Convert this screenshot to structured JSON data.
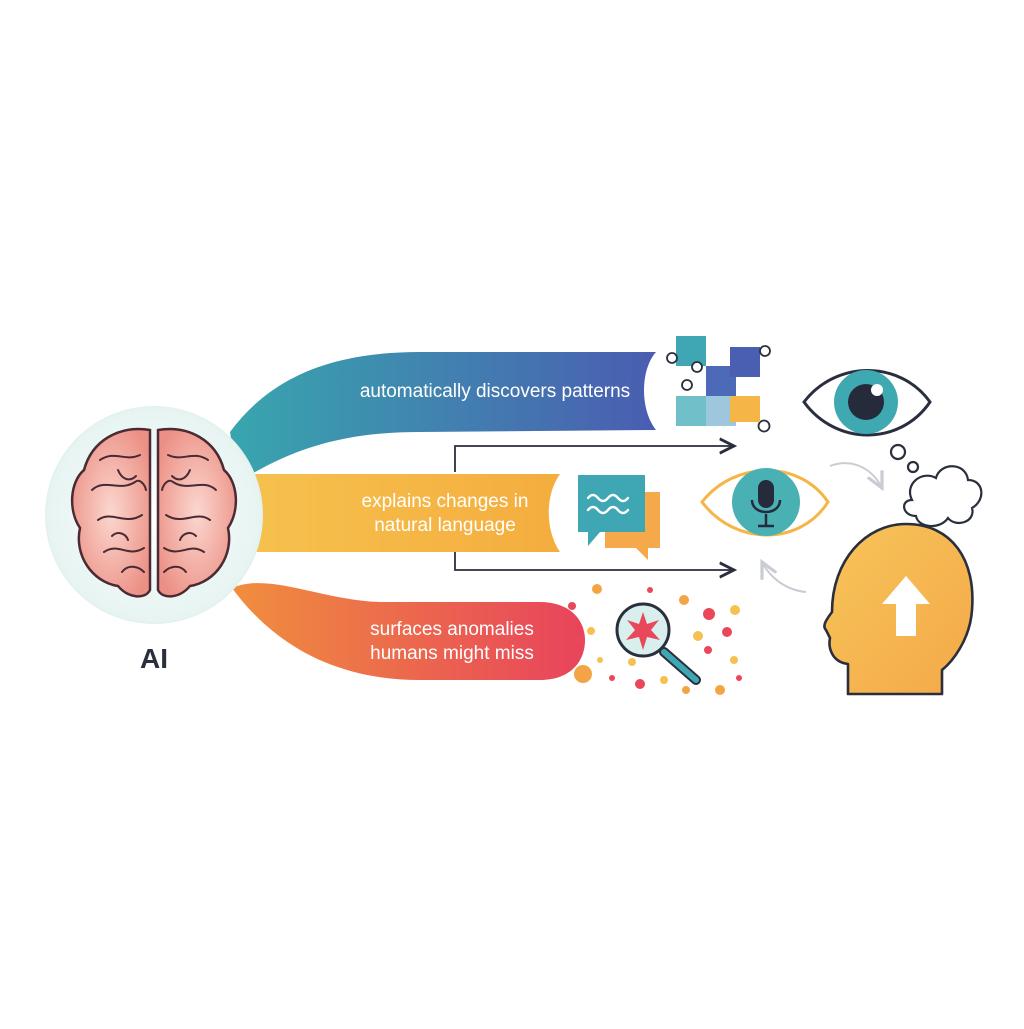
{
  "ai": {
    "label": "AI",
    "icon": "brain-icon"
  },
  "bands": [
    {
      "id": "patterns",
      "text": "automatically discovers patterns",
      "color_start": "#3aa3b0",
      "color_end": "#4b5fb2",
      "icon": "pattern-grid-icon"
    },
    {
      "id": "language",
      "lines": [
        "explains changes in",
        "natural language"
      ],
      "color_start": "#f4b044",
      "color_end": "#f7bf52",
      "icon": "chat-bubbles-icon"
    },
    {
      "id": "anomalies",
      "lines": [
        "surfaces anomalies",
        "humans might miss"
      ],
      "color_start": "#ef8a3d",
      "color_end": "#e9485a",
      "icon": "magnifier-anomaly-icon"
    }
  ],
  "human": {
    "icon": "human-head-icon",
    "thought_icon": "thought-cloud-icon",
    "arrow_icon": "up-arrow-icon"
  },
  "perception": {
    "eye_icon": "eye-icon",
    "mic_eye_icon": "eye-microphone-icon"
  },
  "colors": {
    "teal": "#3aa3b0",
    "indigo": "#4b5fb2",
    "yellow": "#f5b547",
    "red": "#e9485a",
    "outline": "#2a2f3d"
  }
}
